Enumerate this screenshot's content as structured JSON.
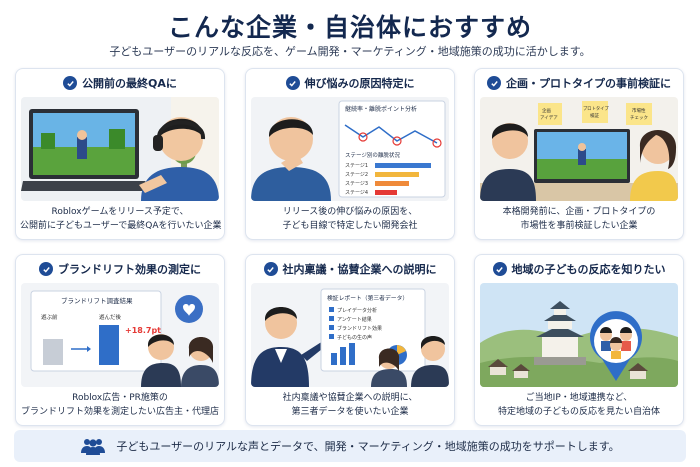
{
  "title": "こんな企業・自治体におすすめ",
  "subtitle": "子どもユーザーのリアルな反応を、ゲーム開発・マーケティング・地域施策の成功に活かします。",
  "colors": {
    "accent": "#1f4c96",
    "footer_bg": "#e9f0fa",
    "highlight_red": "#e53935"
  },
  "cards": [
    {
      "icon": "check-circle-icon",
      "title": "公開前の最終QAに",
      "desc": [
        "Robloxゲームをリリース予定で、",
        "公開前に子どもユーザーで最終QAを行いたい企業"
      ]
    },
    {
      "icon": "check-circle-icon",
      "title": "伸び悩みの原因特定に",
      "desc": [
        "リリース後の伸び悩みの原因を、",
        "子ども目線で特定したい開発会社"
      ],
      "image_texts": {
        "panel_title": "継続率・離脱ポイント分析",
        "stage_header": "ステージ別の離脱状況",
        "stages": [
          "ステージ1",
          "ステージ2",
          "ステージ3",
          "ステージ4"
        ]
      }
    },
    {
      "icon": "check-circle-icon",
      "title": "企画・プロトタイプの事前検証に",
      "desc": [
        "本格開発前に、企画・プロトタイプの",
        "市場性を事前検証したい企業"
      ],
      "image_texts": {
        "notes": [
          [
            "企画",
            "アイデア"
          ],
          [
            "プロトタイプ",
            "検証"
          ],
          [
            "市場性",
            "チェック"
          ]
        ]
      }
    },
    {
      "icon": "check-circle-icon",
      "title": "ブランドリフト効果の測定に",
      "desc": [
        "Roblox広告・PR施策の",
        "ブランドリフト効果を測定したい広告主・代理店"
      ],
      "image_texts": {
        "panel_title": "ブランドリフト調査結果",
        "before": "遊ぶ前",
        "after": "遊んだ後",
        "lift": "+18.7pt"
      }
    },
    {
      "icon": "check-circle-icon",
      "title": "社内稟議・協賛企業への説明に",
      "desc": [
        "社内稟議や協賛企業への説明に、",
        "第三者データを使いたい企業"
      ],
      "image_texts": {
        "panel_title": "検証レポート（第三者データ）",
        "items": [
          "プレイデータ分析",
          "アンケート結果",
          "ブランドリフト効果",
          "子どもの生の声"
        ]
      }
    },
    {
      "icon": "check-circle-icon",
      "title": "地域の子どもの反応を知りたい",
      "desc": [
        "ご当地IP・地域連携など、",
        "特定地域の子どもの反応を見たい自治体"
      ]
    }
  ],
  "footer": {
    "icon": "users-icon",
    "text": "子どもユーザーのリアルな声とデータで、開発・マーケティング・地域施策の成功をサポートします。"
  }
}
